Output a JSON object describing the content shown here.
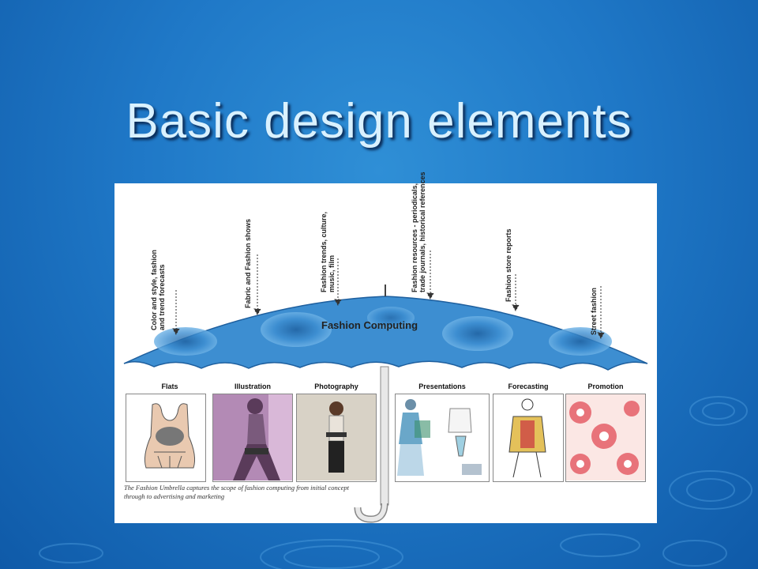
{
  "slide": {
    "title": "Basic design elements"
  },
  "figure": {
    "umbrella_title": "Fashion Computing",
    "inputs": [
      "Color and style, fashion\nand trend forecasts",
      "Fabric and Fashion shows",
      "Fashion trends, culture,\nmusic, film",
      "Fashion resources - periodicals,\ntrade journals, historical references",
      "Fashion store reports",
      "Street fashion"
    ],
    "panels": [
      "Flats",
      "Illustration",
      "Photography",
      "Presentations",
      "Forecasting",
      "Promotion"
    ],
    "caption": "The Fashion Umbrella captures the scope of fashion computing from initial concept through to advertising and marketing"
  },
  "colors": {
    "background": "#1f78c7",
    "title": "#d9f1ff",
    "umbrella": "#3d8ed1",
    "umbrella_dark": "#1e5f9e"
  }
}
